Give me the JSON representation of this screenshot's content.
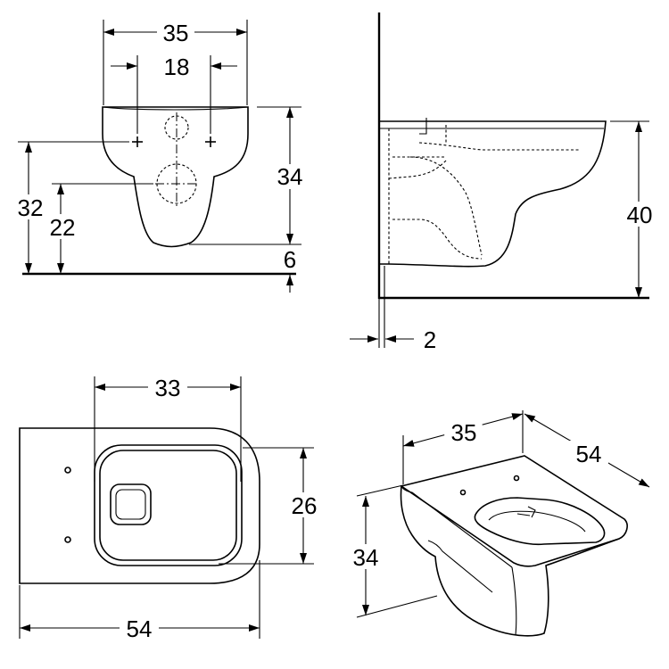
{
  "front_view": {
    "width_total": "35",
    "hole_spacing": "18",
    "height_34": "34",
    "height_32": "32",
    "height_22": "22",
    "bottom_offset": "6"
  },
  "side_view": {
    "height_40": "40",
    "wall_gap": "2"
  },
  "top_view": {
    "width_33": "33",
    "depth_26": "26",
    "length_54": "54"
  },
  "iso_view": {
    "width_35": "35",
    "length_54": "54",
    "height_34": "34"
  }
}
